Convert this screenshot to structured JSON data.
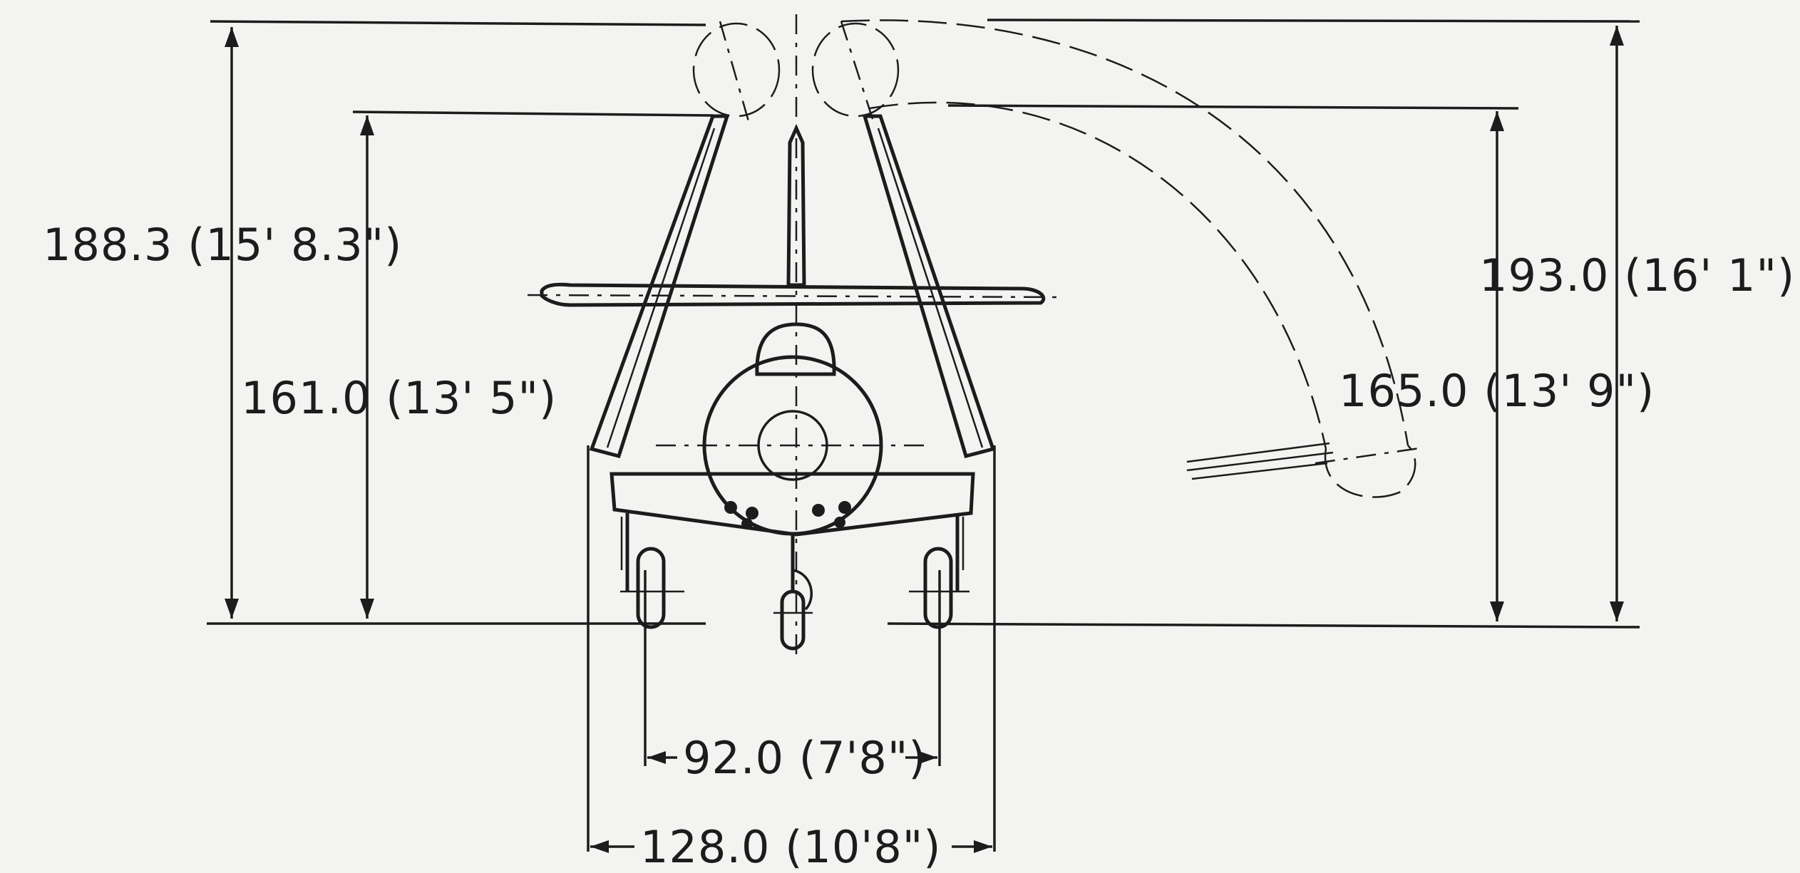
{
  "dimensions": {
    "overall_height_folded": "188.3 (15' 8.3\")",
    "hinge_height_folded": "161.0 (13' 5\")",
    "overall_height_folding": "193.0 (16' 1\")",
    "hinge_height_folding": "165.0 (13' 9\")",
    "main_gear_track": "92.0 (7'8\")",
    "folded_span": "128.0 (10'8\")"
  }
}
